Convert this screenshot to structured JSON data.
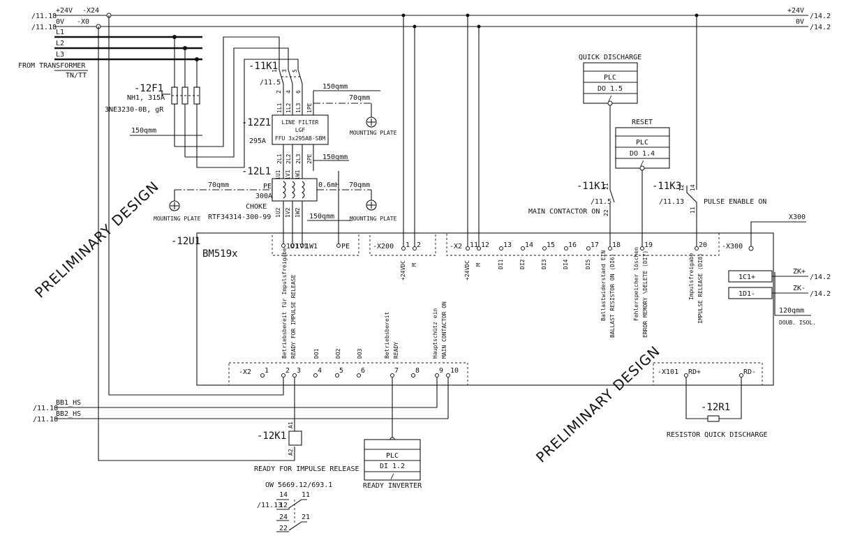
{
  "rails": {
    "p24_ref": "/11.18",
    "p24": "+24V",
    "x24": "-X24",
    "v0_ref": "/11.18",
    "v0": "0V",
    "x0": "-X0",
    "r_p24": "+24V",
    "r_p24_ref": "/14.2",
    "r_v0": "0V",
    "r_v0_ref": "/14.2"
  },
  "supply": {
    "l1": "L1",
    "l2": "L2",
    "l3": "L3",
    "from": "FROM TRANSFORMER",
    "tn": "TN/TT",
    "wire150": "150qmm"
  },
  "fuse": {
    "tag": "-12F1",
    "line1": "NH1, 315A",
    "line2": "3NE3230-0B, gR"
  },
  "k1main": {
    "tag": "-11K1",
    "ref": "/11.5",
    "top": [
      "1",
      "3",
      "5"
    ],
    "bot": [
      "2",
      "4",
      "6"
    ]
  },
  "filter": {
    "tag": "-12Z1",
    "rating": "295A",
    "in": [
      "1L1",
      "1L2",
      "1L3",
      "1PE"
    ],
    "out": [
      "2L1",
      "2L2",
      "2L3",
      "2PE"
    ],
    "l1": "LINE FILTER",
    "l2": "LGF",
    "l3": "FFU 3x295AB-SBM",
    "w150a": "150qmm",
    "w70": "70qmm",
    "w150b": "150qmm",
    "mp": "MOUNTING PLATE"
  },
  "choke": {
    "tag": "-12L1",
    "pe": "PE",
    "rating": "300A",
    "name": "CHOKE",
    "part": "RTF34314-300-99",
    "in": [
      "1U1",
      "1V1",
      "1W1"
    ],
    "out": [
      "1U2",
      "1V2",
      "1W2"
    ],
    "ind": "0.6mH",
    "w70a": "70qmm",
    "w70b": "70qmm",
    "w150": "150qmm",
    "mpa": "MOUNTING PLATE",
    "mpb": "MOUNTING PLATE"
  },
  "unit": {
    "tag": "-12U1",
    "model": "BM519x",
    "power": [
      "1U1",
      "1V1",
      "1W1",
      "PE"
    ],
    "x200": "-X200",
    "x200t": [
      "1",
      "2"
    ],
    "x200s": [
      "+24VDC",
      "M"
    ],
    "x2top": "-X2",
    "x2topt": [
      "11",
      "12",
      "13",
      "14",
      "15",
      "16",
      "17",
      "18",
      "19",
      "20"
    ],
    "x2tops": [
      "+24VDC",
      "M",
      "DI1",
      "DI2",
      "DI3",
      "DI4",
      "DI5"
    ],
    "sig18a": "Ballastwiderstand EIN",
    "sig18b": "BALLAST RESISTOR ON (DI6)",
    "sig19a": "Fehlerspeicher löschen",
    "sig19b": "ERROR MEMORY \\DELETE (DI7)",
    "sig20a": "Impulsfreigabe",
    "sig20b": "IMPULSE RELEASE (DI8)",
    "x300": "-X300",
    "x300ext": "X300",
    "c1": "1C1+",
    "d1": "1D1-",
    "zkp": "ZK+",
    "zkpref": "/14.2",
    "zkm": "ZK-",
    "zkmref": "/14.2",
    "w120": "120qmm",
    "isol": "DOUB. ISOL.",
    "x2bot": "-X2",
    "x2bott": [
      "1",
      "2",
      "3",
      "4",
      "5",
      "6",
      "7",
      "8",
      "9",
      "10"
    ],
    "sig2a": "Betriebsbereit für Impulsfreigabe",
    "sig2b": "READY FOR IMPULSE RELEASE",
    "do1": "DO1",
    "do2": "DO2",
    "do3": "DO3",
    "sig7a": "Betriebsbereit",
    "sig7b": "READY",
    "sig9a": "Hauptschütz ein",
    "sig9b": "MAIN CONTACTOR ON",
    "x101": "-X101",
    "rdp": "RD+",
    "rdm": "RD-"
  },
  "quick": {
    "title": "QUICK DISCHARGE",
    "plc": "PLC",
    "io": "DO 1.5",
    "slash": "/"
  },
  "reset": {
    "title": "RESET",
    "plc": "PLC",
    "io": "DO 1.4",
    "slash": "/"
  },
  "k1aux": {
    "tag": "-11K1",
    "a": "21",
    "b": "22",
    "ref": "/11.5",
    "desc": "MAIN CONTACTOR ON"
  },
  "k3": {
    "tag": "-11K3",
    "a": "12",
    "b": "14",
    "c": "11",
    "ref": "/11.13",
    "desc": "PULSE ENABLE ON"
  },
  "bus": {
    "bb1ref": "/11.18",
    "bb1": "BB1_HS",
    "bb2ref": "/11.18",
    "bb2": "BB2_HS"
  },
  "relay": {
    "tag": "-12K1",
    "a1": "A1",
    "a2": "A2",
    "desc": "READY FOR IMPULSE RELEASE",
    "part": "OW 5669.12/693.1",
    "ref": "/11.13",
    "c14": "14",
    "c11": "11",
    "c12": "12",
    "c24": "24",
    "c21": "21",
    "c22": "22"
  },
  "ready": {
    "plc": "PLC",
    "io": "DI 1.2",
    "slash": "/",
    "title": "READY INVERTER"
  },
  "resistor": {
    "tag": "-12R1",
    "desc": "RESISTOR QUICK DISCHARGE"
  },
  "watermark": {
    "a": "PRELIMINARY DESIGN",
    "b": "PRELIMINARY DESIGN"
  }
}
